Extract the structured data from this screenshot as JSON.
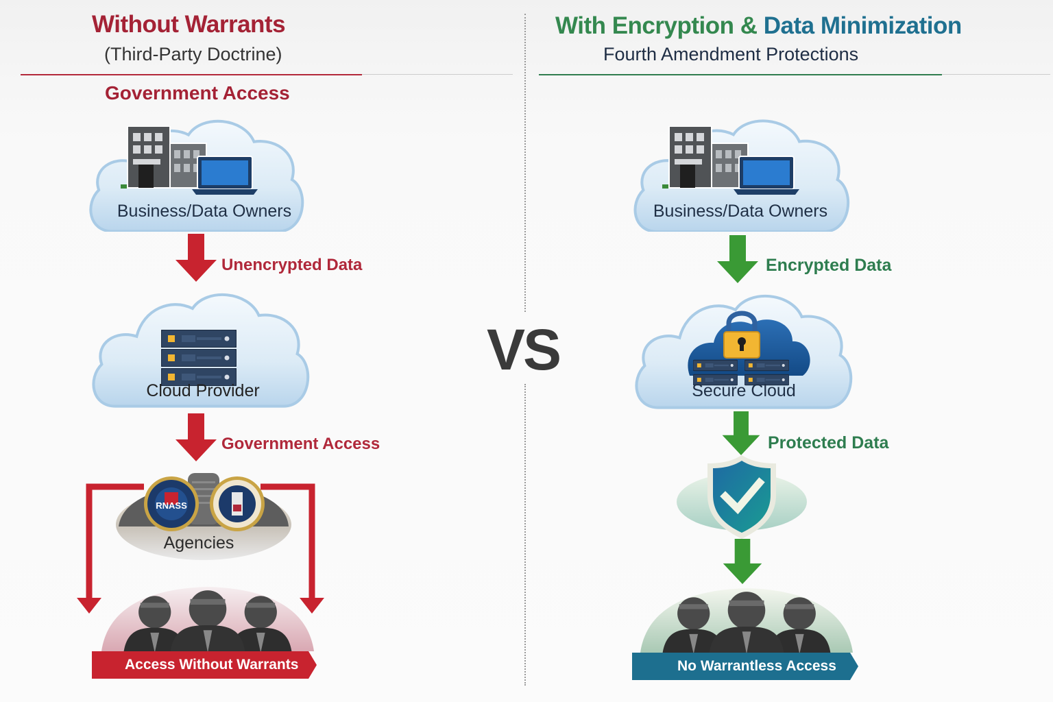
{
  "left": {
    "title": "Without Warrants",
    "subtitle": "(Third-Party Doctrine)",
    "section_label": "Government Access",
    "nodes": {
      "owners": "Business/Data Owners",
      "provider": "Cloud Provider",
      "agencies": "Agencies"
    },
    "arrows": {
      "first": "Unencrypted Data",
      "second": "Government Access"
    },
    "seal_text": "RNASS",
    "banner": "Access Without Warrants",
    "colors": {
      "accent": "#a42235",
      "arrow": "#c8232f"
    }
  },
  "divider": {
    "label": "VS"
  },
  "right": {
    "title_part1": "With Encryption & ",
    "title_part2": "Data Minimization",
    "subtitle": "Fourth Amendment Protections",
    "nodes": {
      "owners": "Business/Data Owners",
      "cloud": "Secure Cloud"
    },
    "arrows": {
      "first": "Encrypted Data",
      "second": "Protected Data"
    },
    "banner": "No Warrantless Access",
    "colors": {
      "accent": "#2f7d4e",
      "arrow": "#3a9a35",
      "banner": "#1d6f8f"
    }
  }
}
